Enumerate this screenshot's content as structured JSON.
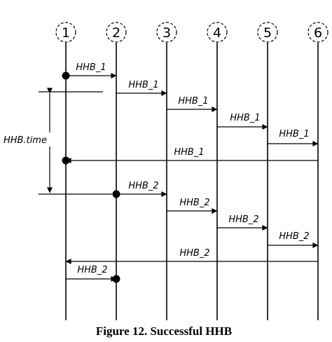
{
  "diagram": {
    "caption": "Figure 12. Successful HHB",
    "nodes": [
      "1",
      "2",
      "3",
      "4",
      "5",
      "6"
    ],
    "interval_label": "HHB.time",
    "messages": [
      {
        "label": "HHB_1",
        "from": "1",
        "to": "2",
        "dot": "start"
      },
      {
        "label": "HHB_1",
        "from": "2",
        "to": "3"
      },
      {
        "label": "HHB_1",
        "from": "3",
        "to": "4"
      },
      {
        "label": "HHB_1",
        "from": "4",
        "to": "5"
      },
      {
        "label": "HHB_1",
        "from": "5",
        "to": "6"
      },
      {
        "label": "HHB_1",
        "from": "6",
        "to": "1",
        "dot": "end"
      },
      {
        "label": "HHB_2",
        "from": "2",
        "to": "3",
        "dot": "start"
      },
      {
        "label": "HHB_2",
        "from": "3",
        "to": "4"
      },
      {
        "label": "HHB_2",
        "from": "4",
        "to": "5"
      },
      {
        "label": "HHB_2",
        "from": "5",
        "to": "6"
      },
      {
        "label": "HHB_2",
        "from": "6",
        "to": "1"
      },
      {
        "label": "HHB_2",
        "from": "1",
        "to": "2",
        "dot": "end"
      }
    ]
  }
}
